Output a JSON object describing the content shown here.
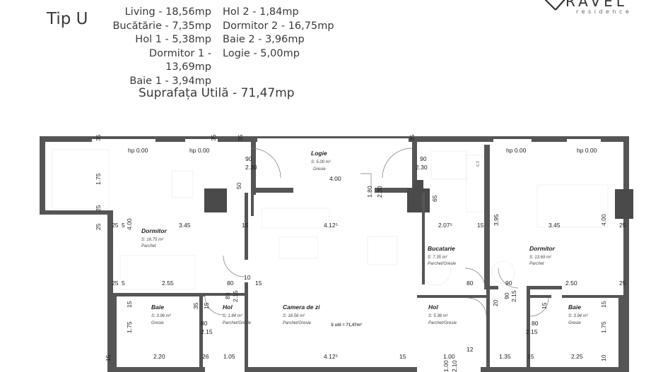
{
  "header": {
    "title": "Tip U",
    "rooms_left": [
      "Living - 18,56mp",
      "Bucătărie - 7,35mp",
      "Hol 1 - 5,38mp",
      "Dormitor 1 - 13,69mp",
      "Baie 1 - 3,94mp"
    ],
    "rooms_right": [
      "Hol 2 - 1,84mp",
      "Dormitor 2 - 16,75mp",
      "Baie 2 - 3,96mp",
      "Logie - 5,00mp"
    ],
    "total": "Suprafața Utilă - 71,47mp"
  },
  "logo": {
    "word": "RAVEL",
    "sub": "residence"
  },
  "plan": {
    "rooms": {
      "logie": {
        "name": "Logie",
        "area": "S: 5.00 m²",
        "finish": "Gresie"
      },
      "dorm_left": {
        "name": "Dormitor",
        "area": "S: 16.75 m²",
        "finish": "Parchet"
      },
      "dorm_right": {
        "name": "Dormitor",
        "area": "S: 13.69 m²",
        "finish": "Parchet"
      },
      "bucatarie": {
        "name": "Bucatarie",
        "area": "S: 7.35 m²",
        "finish": "Parchet/Gresie"
      },
      "camera": {
        "name": "Camera de zi",
        "area": "S: 18.56 m²",
        "finish": "Parchet/Gresie"
      },
      "baie_left": {
        "name": "Baie",
        "area": "S: 3.96 m²",
        "finish": "Gresie"
      },
      "hol_left": {
        "name": "Hol",
        "area": "S: 1.84 m²",
        "finish": "Parchet/Gresie"
      },
      "hol_right": {
        "name": "Hol",
        "area": "S: 5.38 m²",
        "finish": "Parchet/Gresie"
      },
      "baie_right": {
        "name": "Baie",
        "area": "S: 3.94 m²",
        "finish": "Gresie"
      },
      "total": "S util = 71,47m²"
    },
    "hp": [
      "hp 0.00",
      "hp 0.00",
      "hp 0.00",
      "hp 0.00"
    ],
    "dims": {
      "d35a": "35",
      "d35b": "35",
      "d35c": "35",
      "d35d": "35",
      "d90a": "90",
      "d230a": "2.30",
      "d90b": "90",
      "d230b": "2.30",
      "d175a": "1.75",
      "d50": "50",
      "d400a": "4.00",
      "d180": "1.80",
      "d230c": "2.30",
      "d65": "65",
      "d25a": "25",
      "d5a": "5",
      "d25b": "25",
      "d5b": "5",
      "d400b": "4.00",
      "d345a": "3.45",
      "d15a": "15",
      "d4125a": "4.12⁵",
      "d2075": "2.07⁵",
      "d15b": "15",
      "d395": "3.95",
      "d345b": "3.45",
      "d400c": "4.00",
      "d25c": "25",
      "d10": "10",
      "d80a": "80",
      "d215a": "2.15",
      "d15c": "15",
      "d255": "2.55",
      "d25d": "25",
      "d5c": "5",
      "d80b": "80",
      "d90c": "90",
      "d215b": "2.15",
      "d250": "2.50",
      "d25e": "25",
      "d20": "20",
      "d15d": "15",
      "d35e": "35",
      "d15e": "15",
      "d15f": "15",
      "d15g": "15",
      "d175b": "1.75",
      "d80c": "80",
      "d215c": "2.15",
      "d80d": "80",
      "d215d": "2.15",
      "d175c": "1.75",
      "d220": "2.20",
      "d26": "26",
      "d105": "1.05",
      "d4125b": "4.12⁵",
      "d15h": "15",
      "d100": "1.00",
      "d12": "12",
      "d135": "1.35",
      "d15i": "15",
      "d225": "2.25",
      "d10b": "10",
      "d210": "2.10",
      "d100b": "1.00",
      "dct": "c.t"
    }
  }
}
